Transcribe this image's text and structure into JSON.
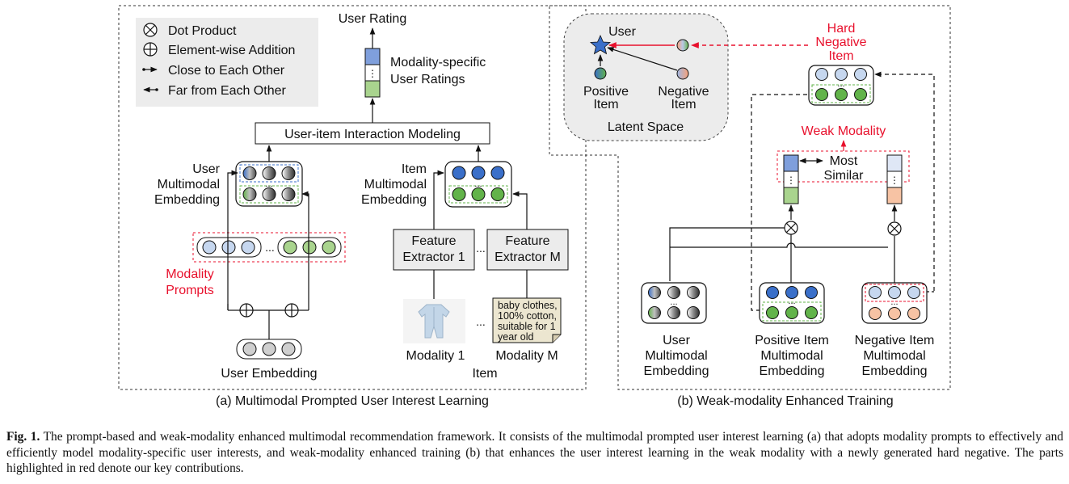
{
  "legend": {
    "dot_product": "Dot Product",
    "elementwise_addition": "Element-wise Addition",
    "close": "Close to Each Other",
    "far": "Far from Each Other"
  },
  "panel_a": {
    "user_rating": "User Rating",
    "modality_specific_line1": "Modality-specific",
    "modality_specific_line2": "User Ratings",
    "interaction_modeling": "User-item Interaction Modeling",
    "user_mm_line1": "User",
    "user_mm_line2": "Multimodal",
    "user_mm_line3": "Embedding",
    "item_mm_line1": "Item",
    "item_mm_line2": "Multimodal",
    "item_mm_line3": "Embedding",
    "modality_prompts_line1": "Modality",
    "modality_prompts_line2": "Prompts",
    "user_embedding": "User Embedding",
    "feature_extractor_1_line1": "Feature",
    "feature_extractor_1_line2": "Extractor 1",
    "feature_extractor_m_line1": "Feature",
    "feature_extractor_m_line2": "Extractor M",
    "doc_lines": [
      "baby clothes,",
      "100% cotton,",
      "suitable for 1",
      "year old"
    ],
    "modality_1": "Modality 1",
    "modality_m": "Modality M",
    "item": "Item",
    "ellipsis": "...",
    "caption": "(a) Multimodal Prompted User Interest Learning"
  },
  "panel_b": {
    "user": "User",
    "positive_item_line1": "Positive",
    "positive_item_line2": "Item",
    "negative_item_line1": "Negative",
    "negative_item_line2": "Item",
    "latent_space": "Latent Space",
    "hard_negative_line1": "Hard",
    "hard_negative_line2": "Negative",
    "hard_negative_line3": "Item",
    "weak_modality": "Weak Modality",
    "most_similar_line1": "Most",
    "most_similar_line2": "Similar",
    "user_emb_line1": "User",
    "user_emb_line2": "Multimodal",
    "user_emb_line3": "Embedding",
    "pos_emb_line1": "Positive Item",
    "pos_emb_line2": "Multimodal",
    "pos_emb_line3": "Embedding",
    "neg_emb_line1": "Negative Item",
    "neg_emb_line2": "Multimodal",
    "neg_emb_line3": "Embedding",
    "caption": "(b) Weak-modality Enhanced Training"
  },
  "caption": {
    "label": "Fig. 1.",
    "text": "The prompt-based and weak-modality enhanced multimodal recommendation framework. It consists of the multimodal prompted user interest learning (a) that adopts modality prompts to effectively and efficiently model modality-specific user interests, and weak-modality enhanced training (b) that enhances the user interest learning in the weak modality with a newly generated hard negative. The parts highlighted in red denote our key contributions."
  },
  "colors": {
    "accent_red": "#e8112d",
    "blue_dark": "#3a6fc9",
    "blue_light": "#c6d7ef",
    "green": "#62b34a",
    "green_light": "#a9d48e",
    "peach": "#f7c3a4",
    "gray": "#cfcfcf"
  }
}
